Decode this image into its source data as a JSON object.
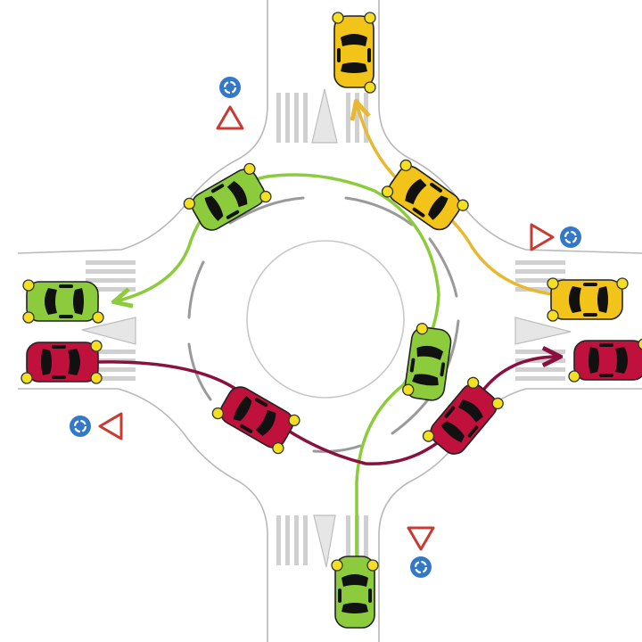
{
  "scene": {
    "colors": {
      "road_fill": "#ffffff",
      "road_edge": "#b8b8b8",
      "island_edge": "#c8c8c8",
      "lane_dash": "#9a9a9a",
      "crossing": "#d0d0d0",
      "splitter": "#e6e6e6",
      "yellow_car": "#f2c318",
      "yellow_path": "#e8b830",
      "green_car": "#8ccc3c",
      "green_path": "#8ccc3c",
      "red_car": "#c0103c",
      "red_path": "#8a1040",
      "signal_lamp": "#f4e020",
      "yield_sign": "#c83a32",
      "roundabout_sign": "#3478c8"
    },
    "vehicles": [
      {
        "id": "yellow-car-north-exit",
        "color": "yellow"
      },
      {
        "id": "yellow-car-circulating",
        "color": "yellow"
      },
      {
        "id": "yellow-car-east-entry",
        "color": "yellow"
      },
      {
        "id": "green-car-circulating-top",
        "color": "green"
      },
      {
        "id": "green-car-west-exit",
        "color": "green"
      },
      {
        "id": "green-car-circulating-right",
        "color": "green"
      },
      {
        "id": "green-car-south-entry",
        "color": "green"
      },
      {
        "id": "red-car-west-entry",
        "color": "red"
      },
      {
        "id": "red-car-circulating-bottom-left",
        "color": "red"
      },
      {
        "id": "red-car-circulating-bottom-right",
        "color": "red"
      },
      {
        "id": "red-car-east-exit",
        "color": "red"
      }
    ],
    "signs": [
      {
        "type": "yield",
        "icon": "yield-triangle-icon"
      },
      {
        "type": "roundabout",
        "icon": "roundabout-icon"
      }
    ]
  }
}
